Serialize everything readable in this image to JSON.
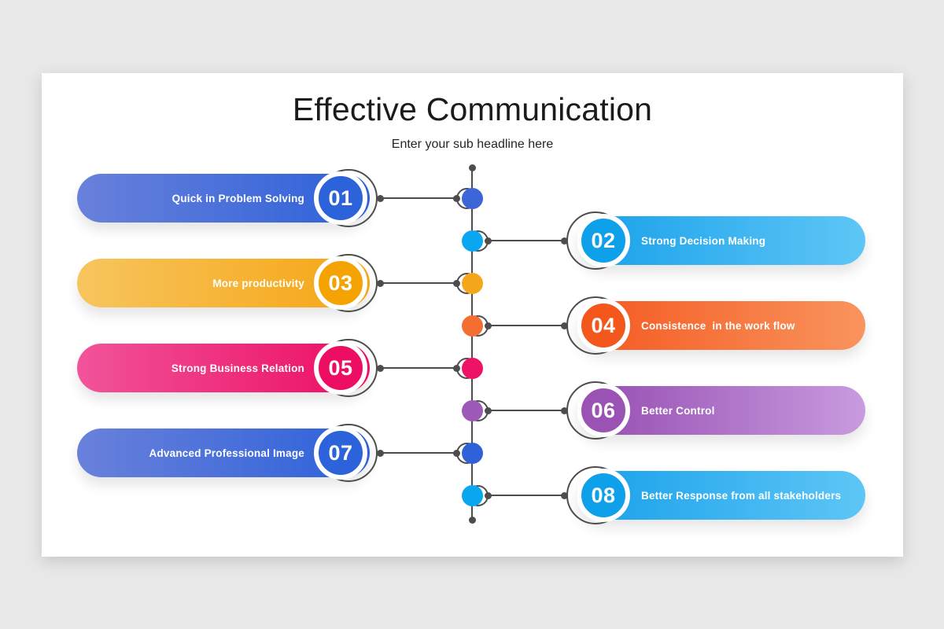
{
  "page": {
    "background": "#e8e8e8",
    "card_background": "#ffffff"
  },
  "header": {
    "title": "Effective Communication",
    "subtitle": "Enter your sub headline here"
  },
  "timeline": {
    "line_color": "#4d4d4d"
  },
  "items": [
    {
      "number": "01",
      "label": "Quick in Problem Solving",
      "side": "left",
      "gradient_start": "#6981db",
      "gradient_end": "#2d61d9",
      "badge_color": "#2c63da",
      "node_color": "#3c65d8"
    },
    {
      "number": "02",
      "label": "Strong Decision Making",
      "side": "right",
      "gradient_start": "#17a0ea",
      "gradient_end": "#5ec6f6",
      "badge_color": "#0fa0ea",
      "node_color": "#0aa7f0"
    },
    {
      "number": "03",
      "label": "More productivity",
      "side": "left",
      "gradient_start": "#f7c55e",
      "gradient_end": "#f5a513",
      "badge_color": "#f5a303",
      "node_color": "#f5a71b"
    },
    {
      "number": "04",
      "label": "Consistence  in the work flow",
      "side": "right",
      "gradient_start": "#f4581f",
      "gradient_end": "#f9945e",
      "badge_color": "#f4571c",
      "node_color": "#f26e33"
    },
    {
      "number": "05",
      "label": "Strong Business Relation",
      "side": "left",
      "gradient_start": "#f1549a",
      "gradient_end": "#ec0d62",
      "badge_color": "#ed0e63",
      "node_color": "#ee1366"
    },
    {
      "number": "06",
      "label": "Better Control",
      "side": "right",
      "gradient_start": "#944bb0",
      "gradient_end": "#c89bdf",
      "badge_color": "#9a52b5",
      "node_color": "#9c59b7"
    },
    {
      "number": "07",
      "label": "Advanced Professional Image",
      "side": "left",
      "gradient_start": "#6981db",
      "gradient_end": "#2d61d9",
      "badge_color": "#2c63da",
      "node_color": "#2f62d8"
    },
    {
      "number": "08",
      "label": "Better Response from all stakeholders",
      "side": "right",
      "gradient_start": "#17a0ea",
      "gradient_end": "#5ec6f6",
      "badge_color": "#0fa0ea",
      "node_color": "#0aa7f0"
    }
  ]
}
